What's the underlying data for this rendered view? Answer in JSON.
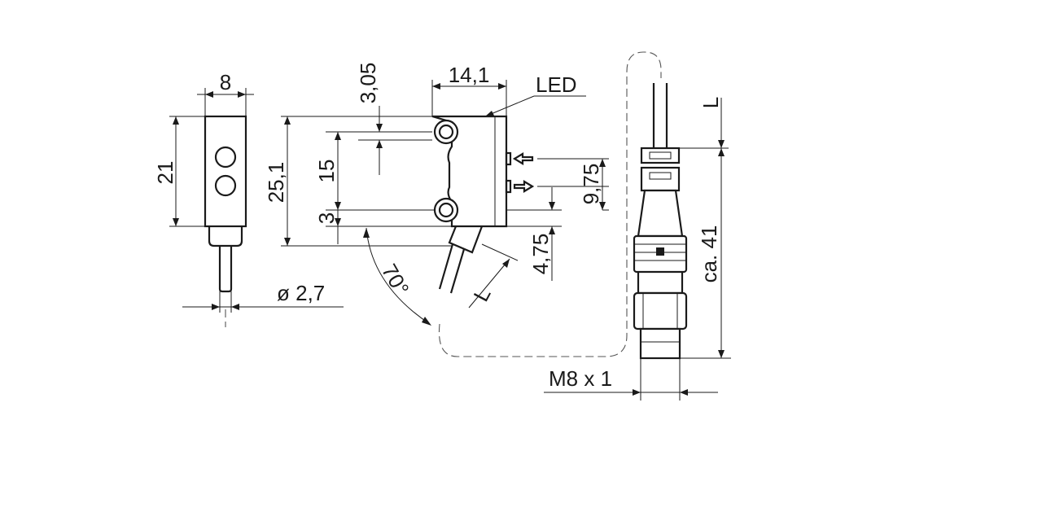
{
  "dimensions": {
    "width_8": "8",
    "height_21": "21",
    "cable_dia": "ø  2,7",
    "width_14_1": "14,1",
    "offset_3_05": "3,05",
    "led": "LED",
    "height_25_1": "25,1",
    "hole_15": "15",
    "hole_3": "3",
    "angle_70": "70°",
    "cable_len_L": "L",
    "offset_4_75": "4,75",
    "optic_9_75": "9,75",
    "conn_len_L": "L",
    "conn_length": "ca.  41",
    "thread": "M8 x 1"
  }
}
